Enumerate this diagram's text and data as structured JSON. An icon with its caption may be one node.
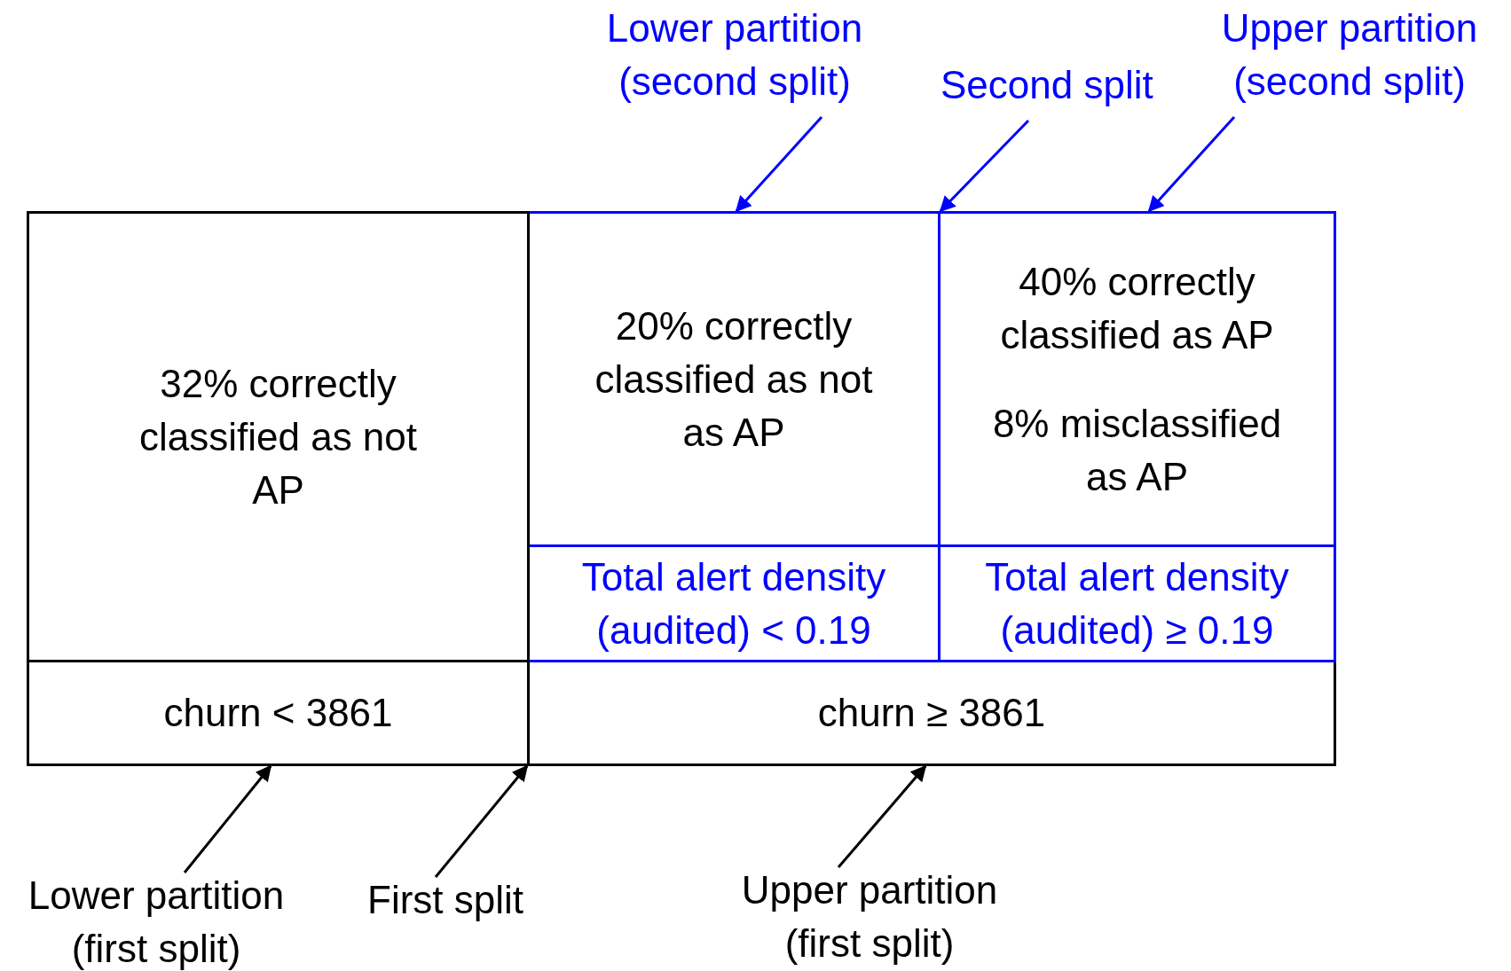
{
  "diagram": {
    "nodes": [
      {
        "text": [
          "32% correctly classified as not AP"
        ]
      },
      {
        "text": [
          "churn < 3861"
        ]
      },
      {
        "text": [
          "20% correctly classified as not as AP"
        ]
      },
      {
        "text": [
          "Total alert density (audited) < 0.19"
        ]
      },
      {
        "text": [
          "40% correctly classified as AP",
          "8% misclassified as AP"
        ]
      },
      {
        "text": [
          "Total alert density (audited) ≥ 0.19"
        ]
      },
      {
        "text": [
          "churn  ≥ 3861"
        ]
      },
      {
        "text": [
          "Lower partition (second split)"
        ]
      },
      {
        "text": [
          "Second split"
        ]
      },
      {
        "text": [
          "Upper partition (second split)"
        ]
      },
      {
        "text": [
          "Lower partition (first split)"
        ]
      },
      {
        "text": [
          "First split"
        ]
      },
      {
        "text": [
          "Upper partition (first split)"
        ]
      },
      {
        "text": [],
        "shape": "line"
      },
      {
        "text": [],
        "shape": "line"
      }
    ],
    "edges": [
      {
        "from": 7,
        "to": 2,
        "arrow": "to",
        "color": "#0000ff"
      },
      {
        "from": 8,
        "to": 14,
        "arrow": "to",
        "color": "#0000ff"
      },
      {
        "from": 9,
        "to": 4,
        "arrow": "to",
        "color": "#0000ff"
      },
      {
        "from": 10,
        "to": 1,
        "arrow": "to",
        "color": "#000000"
      },
      {
        "from": 11,
        "to": 13,
        "arrow": "to",
        "color": "#000000"
      },
      {
        "from": 12,
        "to": 6,
        "arrow": "to",
        "color": "#000000"
      }
    ]
  }
}
